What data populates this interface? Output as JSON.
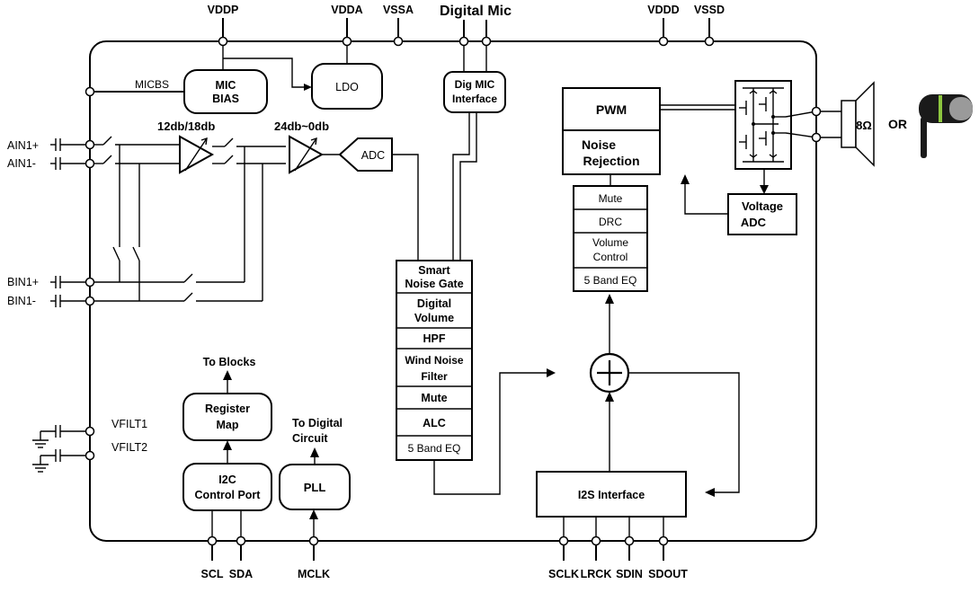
{
  "top_pins": {
    "vddp": "VDDP",
    "vdda": "VDDA",
    "vssa": "VSSA",
    "digital_mic": "Digital Mic",
    "vddd": "VDDD",
    "vssd": "VSSD"
  },
  "bottom_pins": {
    "scl": "SCL",
    "sda": "SDA",
    "mclk": "MCLK",
    "sclk": "SCLK",
    "lrck": "LRCK",
    "sdin": "SDIN",
    "sdout": "SDOUT"
  },
  "left_pins": {
    "micbs": "MICBS",
    "ain1p": "AIN1+",
    "ain1n": "AIN1-",
    "bin1p": "BIN1+",
    "bin1n": "BIN1-",
    "vfilt1": "VFILT1",
    "vfilt2": "VFILT2"
  },
  "gain_labels": {
    "pga1": "12db/18db",
    "pga2": "24db~0db"
  },
  "blocks": {
    "mic_bias": [
      "MIC",
      "BIAS"
    ],
    "ldo": "LDO",
    "adc": "ADC",
    "dig_mic": [
      "Dig MIC",
      "Interface"
    ],
    "register_map": [
      "Register",
      "Map"
    ],
    "i2c": [
      "I2C",
      "Control Port"
    ],
    "pll": "PLL",
    "i2s": "I2S Interface",
    "pwm": "PWM",
    "noise_rejection": [
      "Noise",
      "Rejection"
    ],
    "voltage_adc": [
      "Voltage",
      "ADC"
    ]
  },
  "annotations": {
    "to_blocks": "To Blocks",
    "to_digital": [
      "To Digital",
      "Circuit"
    ],
    "speaker_ohm": "8Ω",
    "or": "OR"
  },
  "record_chain": [
    [
      "Smart",
      "Noise Gate"
    ],
    [
      "Digital",
      "Volume"
    ],
    [
      "HPF"
    ],
    [
      "Wind Noise",
      "Filter"
    ],
    [
      "Mute"
    ],
    [
      "ALC"
    ],
    [
      "5 Band EQ"
    ]
  ],
  "playback_chain": [
    [
      "Mute"
    ],
    [
      "DRC"
    ],
    [
      "Volume",
      "Control"
    ],
    [
      "5 Band EQ"
    ]
  ],
  "colors": {
    "line": "#000000",
    "background": "#ffffff",
    "earphone_body": "#1a1a1a",
    "earphone_tip": "#9a9a9a",
    "earphone_ring": "#8dc63f"
  }
}
